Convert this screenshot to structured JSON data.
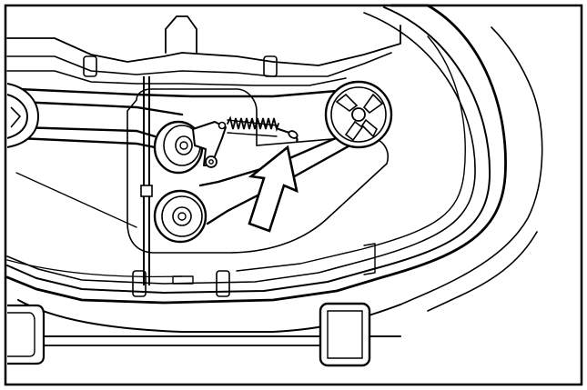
{
  "diagram": {
    "labels": [],
    "colors": {
      "ink": "#000000",
      "paper": "#ffffff",
      "arrow_fill": "#ffffff"
    },
    "icons": [
      "mower-deck",
      "drive-belt",
      "left-spindle-pulley",
      "right-spindle-pulley",
      "idler-pulley",
      "fixed-idler-pulley",
      "idler-arm",
      "tension-spring",
      "spring-hook",
      "direction-arrow",
      "deck-wheel"
    ]
  }
}
